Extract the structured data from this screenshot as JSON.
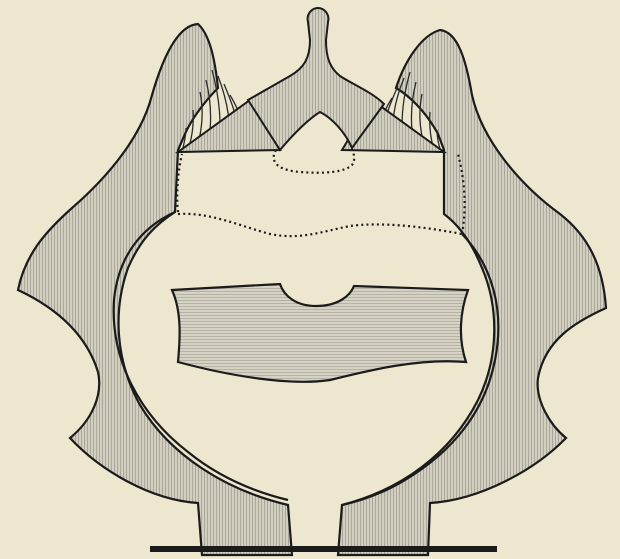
{
  "figure": {
    "colors": {
      "background": "#ede7cf",
      "bone_fill": "#d3cfc0",
      "ink": "#1b1b1b",
      "fibre": "#2a2a2a"
    },
    "parts": [
      "left-ilium",
      "right-ilium",
      "sacrum-spine",
      "sacral-ala-left",
      "sacral-ala-right",
      "pelvic-brim",
      "vertebral-body-section",
      "ligament-fibres-left",
      "ligament-fibres-right",
      "dotted-outline-upper",
      "dotted-outline-lower",
      "ground-line"
    ]
  }
}
